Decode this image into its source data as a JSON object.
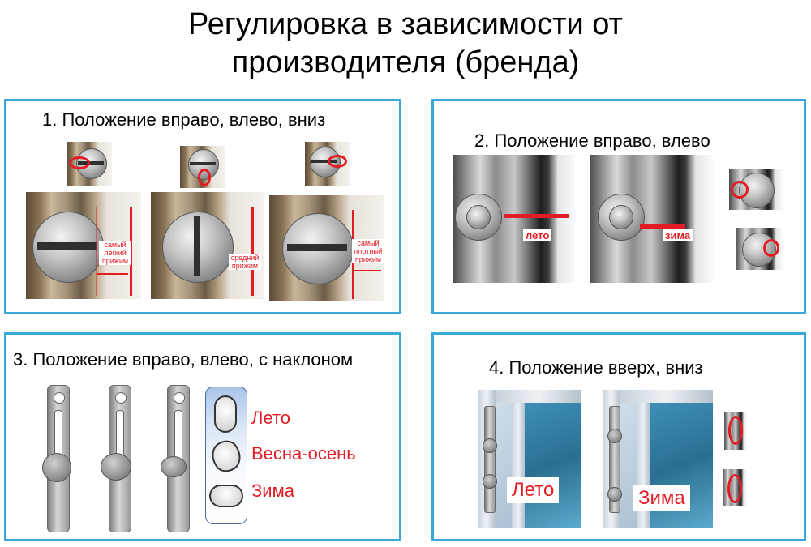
{
  "header": {
    "title_line1": "Регулировка в зависимости от",
    "title_line2": "производителя (бренда)"
  },
  "panel1": {
    "title": "1. Положение вправо, влево, вниз",
    "labels": [
      {
        "line1": "самый",
        "line2": "лёгкий",
        "line3": "прижим"
      },
      {
        "line1": "средний",
        "line2": "прижим",
        "line3": ""
      },
      {
        "line1": "самый",
        "line2": "плотный",
        "line3": "прижим"
      }
    ]
  },
  "panel2": {
    "title": "2. Положение вправо, влево",
    "label_summer": "лето",
    "label_winter": "зима"
  },
  "panel3": {
    "title": "3. Положение вправо, влево, с наклоном",
    "legend": [
      "Лето",
      "Весна-осень",
      "Зима"
    ]
  },
  "panel4": {
    "title": "4. Положение вверх, вниз",
    "label_summer": "Лето",
    "label_winter": "Зима"
  },
  "colors": {
    "accent_border": "#3aa9da",
    "marker_red": "#e31b23"
  }
}
